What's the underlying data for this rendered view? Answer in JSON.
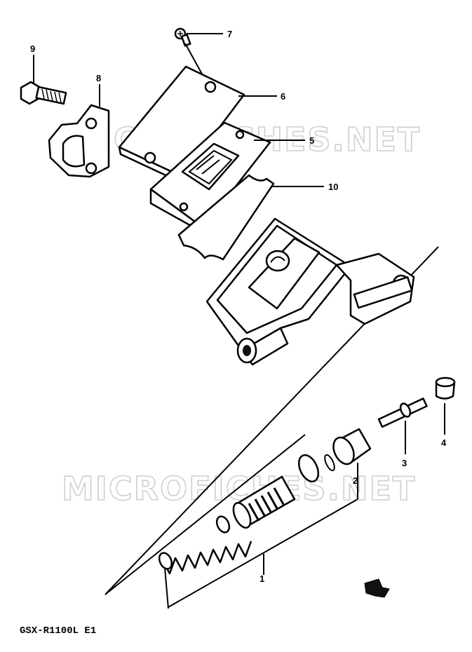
{
  "watermark": {
    "text": "MICROFICHES.NET"
  },
  "model_label": "GSX-R1100L E1",
  "callouts": {
    "c1": "1",
    "c2": "2",
    "c3": "3",
    "c4": "4",
    "c5": "5",
    "c6": "6",
    "c7": "7",
    "c8": "8",
    "c9": "9",
    "c10": "10"
  },
  "icons": {
    "direction_arrow": "forward-arrow-icon"
  }
}
